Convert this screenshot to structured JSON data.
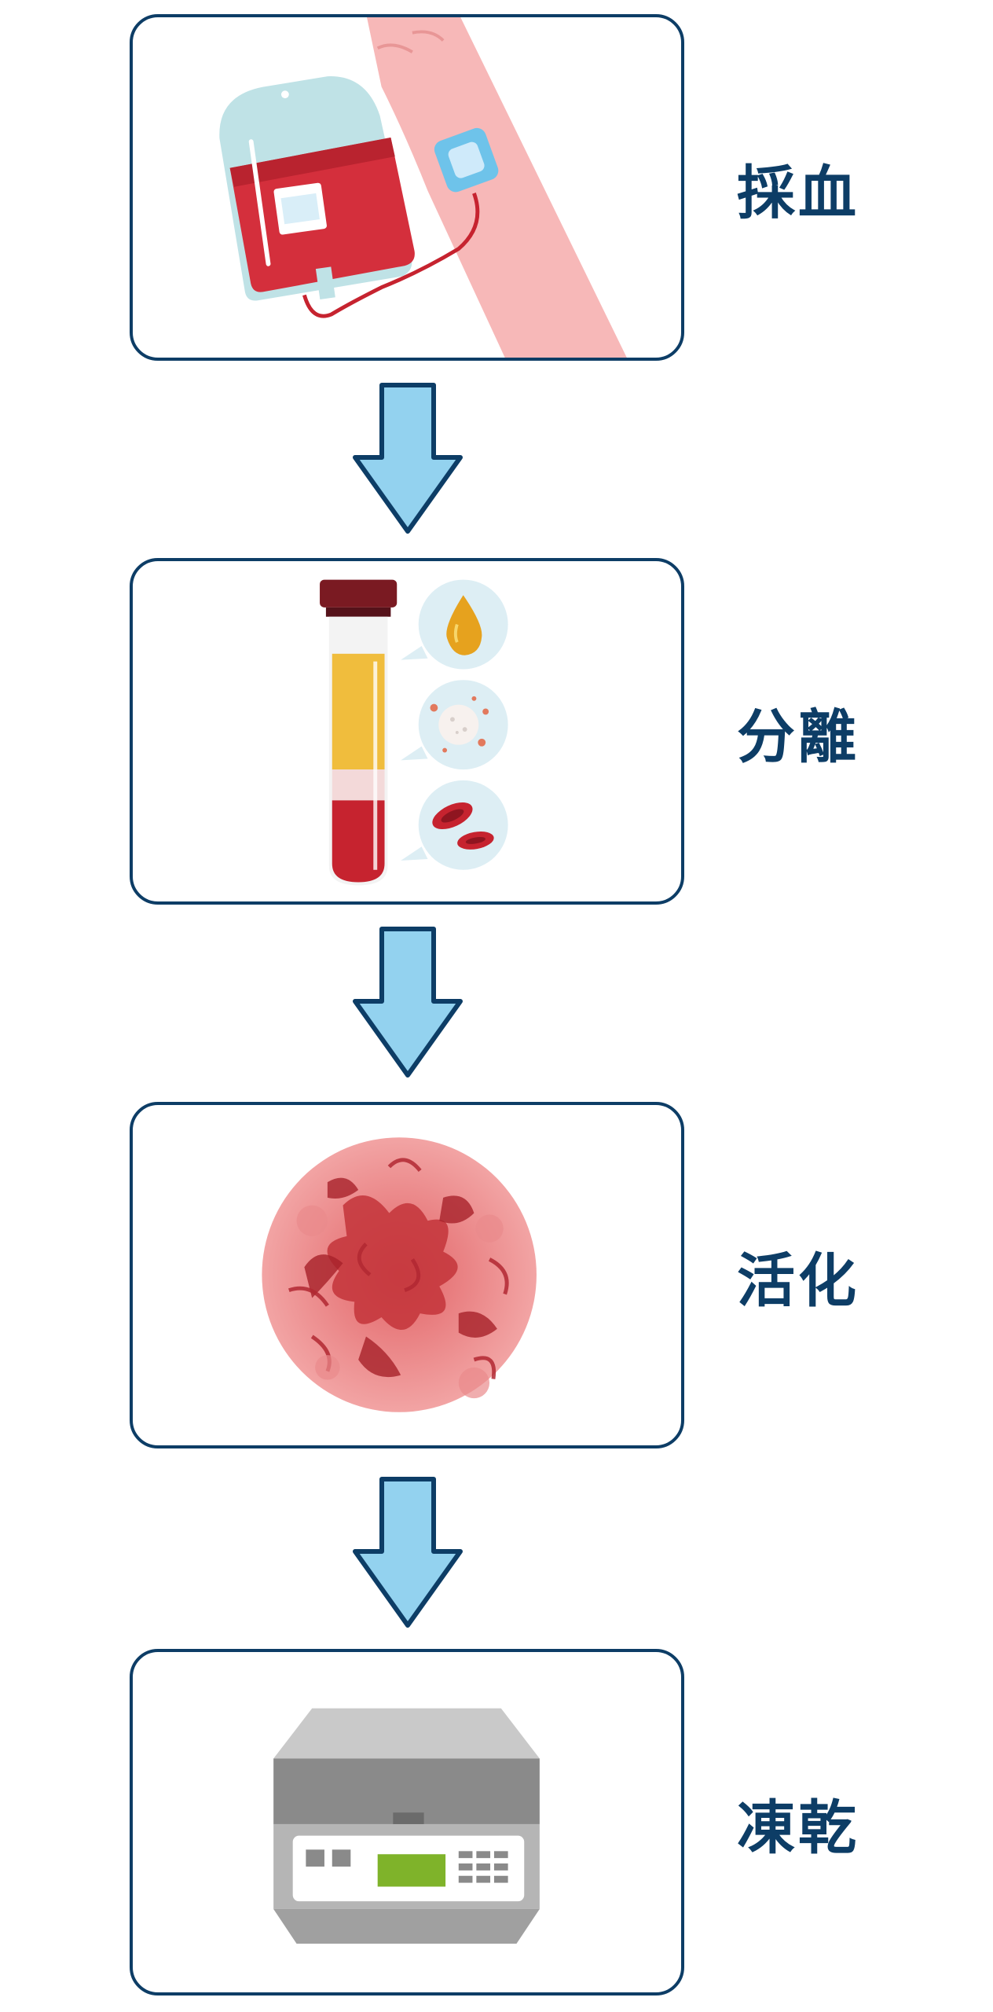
{
  "colors": {
    "border": "#0d3d66",
    "label": "#0d3d66",
    "arrow_fill": "#93d2ef",
    "arrow_stroke": "#0d3d66",
    "blood_red": "#d42f3c",
    "plasma_yellow": "#f0bd3d",
    "machine_gray": "#8a8a8a",
    "display_green": "#7fb32a"
  },
  "steps": [
    {
      "label": "採血",
      "icon": "blood-bag-arm-icon"
    },
    {
      "label": "分離",
      "icon": "blood-tube-separation-icon"
    },
    {
      "label": "活化",
      "icon": "activated-platelets-icon"
    },
    {
      "label": "凍乾",
      "icon": "freeze-dryer-icon"
    }
  ]
}
